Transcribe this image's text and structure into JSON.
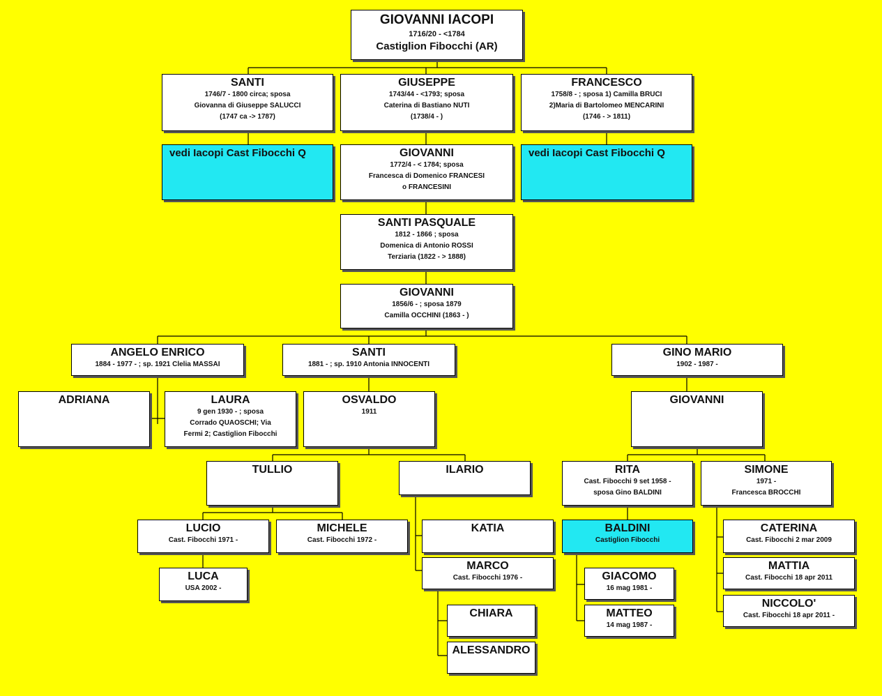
{
  "people": {
    "giovanni_root": {
      "name": "GIOVANNI IACOPI",
      "dates": "1716/20 - <1784",
      "place": "Castiglion Fibocchi  (AR)"
    },
    "santi_1": {
      "name": "SANTI",
      "l1": "1746/7 - 1800 circa; sposa",
      "l2": "Giovanna di Giuseppe SALUCCI",
      "l3": "(1747 ca -> 1787)"
    },
    "giuseppe": {
      "name": "GIUSEPPE",
      "l1": "1743/44 - <1793; sposa",
      "l2": "Caterina di Bastiano NUTI",
      "l3": "(1738/4 -  )"
    },
    "francesco": {
      "name": "FRANCESCO",
      "l1": "1758/8  -  ; sposa 1) Camilla BRUCI",
      "l2": "2)Maria di Bartolomeo MENCARINI",
      "l3": "(1746 - > 1811)"
    },
    "note_left": {
      "name": "vedi Iacopi Cast Fibocchi Q"
    },
    "note_right": {
      "name": "vedi Iacopi Cast Fibocchi Q"
    },
    "giovanni_2": {
      "name": "GIOVANNI",
      "l1": "1772/4 - < 1784;  sposa",
      "l2": "Francesca di Domenico FRANCESI",
      "l3": "o FRANCESINI"
    },
    "santi_pasquale": {
      "name": "SANTI PASQUALE",
      "l1": "1812 - 1866 ;  sposa",
      "l2": "Domenica di Antonio ROSSI",
      "l3": "Terziaria (1822 - > 1888)"
    },
    "giovanni_3": {
      "name": "GIOVANNI",
      "l1": "1856/6 -    ;  sposa 1879",
      "l2": "Camilla OCCHINI  (1863 -  )"
    },
    "angelo_enrico": {
      "name": "ANGELO ENRICO",
      "l1": "1884 - 1977 - ;  sp. 1921 Clelia MASSAI"
    },
    "santi_2": {
      "name": "SANTI",
      "l1": "1881 - ;  sp. 1910 Antonia INNOCENTI"
    },
    "gino_mario": {
      "name": "GINO MARIO",
      "l1": "1902 - 1987 -"
    },
    "adriana": {
      "name": "ADRIANA"
    },
    "laura": {
      "name": "LAURA",
      "l1": "9 gen 1930 - ;  sposa",
      "l2": "Corrado QUAOSCHI; Via",
      "l3": "Fermi 2;  Castiglion Fibocchi"
    },
    "osvaldo": {
      "name": "OSVALDO",
      "l1": "1911"
    },
    "giovanni_4": {
      "name": "GIOVANNI"
    },
    "tullio": {
      "name": "TULLIO"
    },
    "ilario": {
      "name": "ILARIO"
    },
    "rita": {
      "name": "RITA",
      "l1": "Cast. Fibocchi 9 set 1958 -",
      "l2": "sposa Gino BALDINI"
    },
    "simone": {
      "name": "SIMONE",
      "l1": "1971 -",
      "l2": "Francesca BROCCHI"
    },
    "lucio": {
      "name": "LUCIO",
      "l1": "Cast. Fibocchi 1971 -"
    },
    "michele": {
      "name": "MICHELE",
      "l1": "Cast. Fibocchi 1972 -"
    },
    "katia": {
      "name": "KATIA"
    },
    "baldini": {
      "name": "BALDINI",
      "l1": "Castiglion Fibocchi"
    },
    "caterina": {
      "name": "CATERINA",
      "l1": "Cast. Fibocchi 2 mar  2009"
    },
    "luca": {
      "name": "LUCA",
      "l1": "USA 2002 -"
    },
    "marco": {
      "name": "MARCO",
      "l1": "Cast. Fibocchi 1976 -"
    },
    "giacomo": {
      "name": "GIACOMO",
      "l1": "16 mag 1981 -"
    },
    "mattia": {
      "name": "MATTIA",
      "l1": "Cast. Fibocchi 18 apr  2011"
    },
    "matteo": {
      "name": "MATTEO",
      "l1": "14 mag 1987 -"
    },
    "niccolo": {
      "name": "NICCOLO'",
      "l1": "Cast. Fibocchi 18 apr  2011 -"
    },
    "chiara": {
      "name": "CHIARA"
    },
    "alessandro": {
      "name": "ALESSANDRO"
    }
  },
  "colors": {
    "background": "#ffff00",
    "box": "#ffffff",
    "highlight": "#22e8f2"
  }
}
